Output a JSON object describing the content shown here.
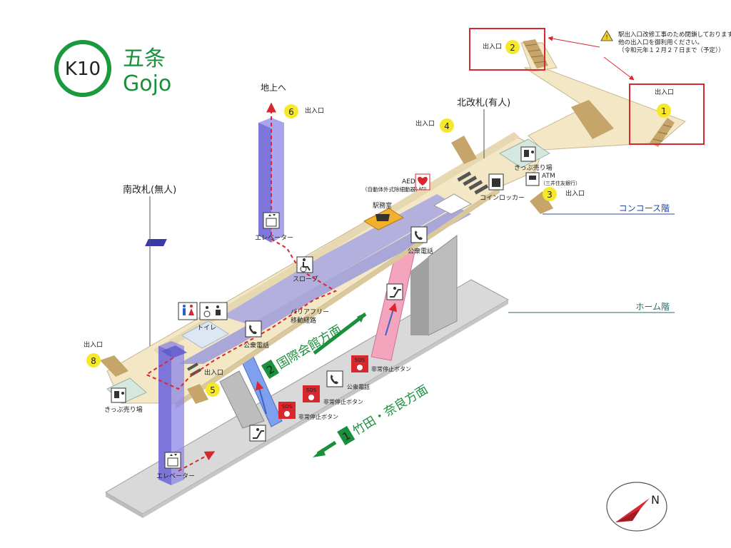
{
  "station": {
    "code": "K10",
    "name_ja": "五条",
    "name_en": "Gojo",
    "line_color": "#1a9a3c"
  },
  "floors": {
    "concourse": "コンコース階",
    "platform": "ホーム階"
  },
  "gates": {
    "north": "北改札(有人)",
    "south": "南改札(無人)"
  },
  "to_ground": "地上へ",
  "exits": [
    {
      "num": "1",
      "label": "出入口"
    },
    {
      "num": "2",
      "label": "出入口"
    },
    {
      "num": "3",
      "label": "出入口"
    },
    {
      "num": "4",
      "label": "出入口"
    },
    {
      "num": "5",
      "label": "出入口"
    },
    {
      "num": "6",
      "label": "出入口"
    },
    {
      "num": "8",
      "label": "出入口"
    }
  ],
  "notice": {
    "line1": "駅出入口改修工事のため閉鎖しております。",
    "line2": "他の出入口を御利用ください。",
    "line3": "（令和元年１２月２７日まで（予定））"
  },
  "facilities": {
    "ticket_machine_north": "きっぷ売り場",
    "ticket_machine_south": "きっぷ売り場",
    "atm": "ATM",
    "atm_bank": "（三井住友銀行）",
    "aed": "AED",
    "aed_note": "（自動体外式除細動器）",
    "coin_locker": "コインロッカー",
    "station_office": "駅務室",
    "phone1": "公衆電話",
    "phone2": "公衆電話",
    "phone3": "公衆電話",
    "elevator1": "エレベーター",
    "elevator2": "エレベーター",
    "slope": "スロープ",
    "toilet": "トイレ",
    "barrier_free1": "バリアフリー",
    "barrier_free2": "移動経路",
    "sos1": "非常停止ボタン",
    "sos2": "非常停止ボタン",
    "sos3": "非常停止ボタン",
    "sos_badge": "SOS"
  },
  "directions": {
    "track2_num": "2",
    "track2_dest": "国際会館方面",
    "track1_num": "1",
    "track1_dest": "竹田・奈良方面"
  },
  "compass": "N",
  "colors": {
    "concourse_floor": "#f3e7c6",
    "paid_area": "#a9a6d8",
    "platform": "#d9d9d9",
    "elevator": "#8e86e8",
    "accent_red": "#d9272e",
    "exit_circle": "#f6e92a"
  }
}
